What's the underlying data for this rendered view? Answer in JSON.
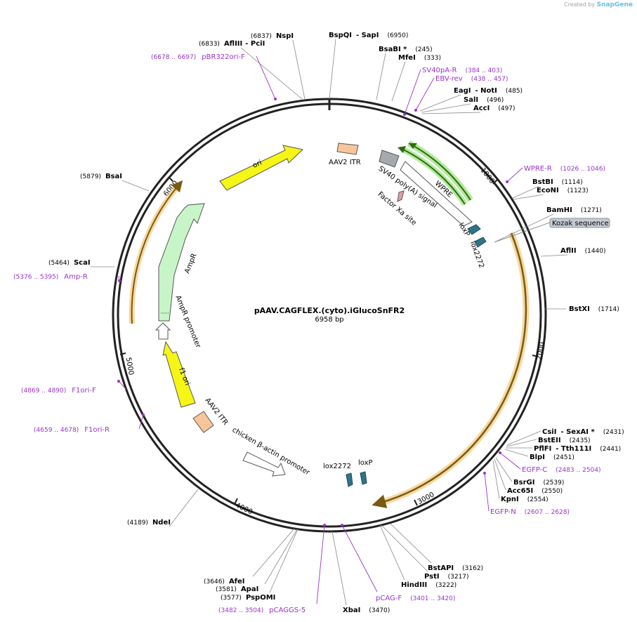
{
  "branding": {
    "created_by": "Created by",
    "brand": "SnapGene"
  },
  "plasmid": {
    "name": "pAAV.CAGFLEX.(cyto).iGlucoSnFR2",
    "length_label": "6958 bp"
  },
  "ticks": [
    "1000",
    "2000",
    "3000",
    "4000",
    "5000",
    "6000"
  ],
  "feature_labels": {
    "ori": "ori",
    "ampr": "AmpR",
    "ampr_promoter": "AmpR promoter",
    "f1_ori": "f1 ori",
    "aav2_itr_left": "AAV2 ITR",
    "aav2_itr_top": "AAV2 ITR",
    "chicken_actin": "chicken β-actin promoter",
    "lox2272_bottom": "lox2272",
    "loxp_bottom": "loxP",
    "sv40": "SV40 poly(A) signal",
    "wpre": "WPRE",
    "factor_xa": "Factor Xa site",
    "loxp_right": "loxP",
    "lox2272_right": "lox2272",
    "kozak": "Kozak sequence"
  },
  "sites": [
    {
      "pos": "(6837)",
      "name": "NspI"
    },
    {
      "pos": "(6833)",
      "name": "AflIII",
      "name2": "- PciI"
    },
    {
      "name": "BspQI",
      "name2": "- SapI",
      "pos": "(6950)"
    },
    {
      "name": "BsaBI *",
      "pos": "(245)"
    },
    {
      "name": "MfeI",
      "pos": "(333)"
    },
    {
      "name": "EagI",
      "name2": "- NotI",
      "pos": "(485)"
    },
    {
      "name": "SalI",
      "pos": "(496)"
    },
    {
      "name": "AccI",
      "pos": "(497)"
    },
    {
      "name": "BstBI",
      "pos": "(1114)"
    },
    {
      "name": "EcoNI",
      "pos": "(1123)"
    },
    {
      "name": "BamHI",
      "pos": "(1271)"
    },
    {
      "name": "AflII",
      "pos": "(1440)"
    },
    {
      "name": "BstXI",
      "pos": "(1714)"
    },
    {
      "name": "CsiI",
      "name2": "- SexAI *",
      "pos": "(2431)"
    },
    {
      "name": "BstEII",
      "pos": "(2435)"
    },
    {
      "name": "PflFI",
      "name2": "- Tth111I",
      "pos": "(2441)"
    },
    {
      "name": "BlpI",
      "pos": "(2451)"
    },
    {
      "name": "BsrGI",
      "pos": "(2539)"
    },
    {
      "name": "Acc65I",
      "pos": "(2550)"
    },
    {
      "name": "KpnI",
      "pos": "(2554)"
    },
    {
      "name": "BstAPI",
      "pos": "(3162)"
    },
    {
      "name": "PstI",
      "pos": "(3217)"
    },
    {
      "name": "HindIII",
      "pos": "(3222)"
    },
    {
      "name": "XbaI",
      "pos": "(3470)"
    },
    {
      "pos": "(3646)",
      "name": "AfeI"
    },
    {
      "pos": "(3581)",
      "name": "ApaI"
    },
    {
      "pos": "(3577)",
      "name": "PspOMI"
    },
    {
      "pos": "(4189)",
      "name": "NdeI"
    },
    {
      "pos": "(5464)",
      "name": "ScaI"
    },
    {
      "pos": "(5879)",
      "name": "BsaI"
    }
  ],
  "primers": [
    {
      "range": "(6678 .. 6697)",
      "name": "pBR322ori-F"
    },
    {
      "name": "SV40pA-R",
      "range": "(384 .. 403)"
    },
    {
      "name": "EBV-rev",
      "range": "(438 .. 457)"
    },
    {
      "name": "WPRE-R",
      "range": "(1026 .. 1046)"
    },
    {
      "name": "EGFP-C",
      "range": "(2483 .. 2504)"
    },
    {
      "name": "EGFP-N",
      "range": "(2607 .. 2628)"
    },
    {
      "name": "pCAG-F",
      "range": "(3401 .. 3420)"
    },
    {
      "range": "(3482 .. 3504)",
      "name": "pCAGGS-5"
    },
    {
      "range": "(4869 .. 4890)",
      "name": "F1ori-F"
    },
    {
      "range": "(4659 .. 4678)",
      "name": "F1ori-R"
    },
    {
      "range": "(5376 .. 5395)",
      "name": "Amp-R"
    }
  ],
  "colors": {
    "backbone": "#222222",
    "primer": "#9a33c8",
    "ori": "#f5f516",
    "ampr": "#c8f5c8",
    "itr": "#f8c59a",
    "lox": "#2e7488",
    "sv40": "#a6a9ad",
    "wpre_glow": "#a8e890",
    "cds_glow": "#f5cf8a",
    "cds_line": "#7a5a10"
  }
}
